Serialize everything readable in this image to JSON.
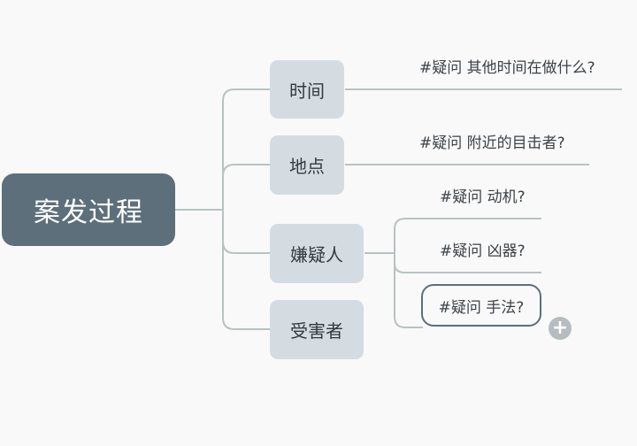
{
  "root": {
    "label": "案发过程"
  },
  "topics": [
    {
      "label": "时间"
    },
    {
      "label": "地点"
    },
    {
      "label": "嫌疑人"
    },
    {
      "label": "受害者"
    }
  ],
  "subtopics": {
    "time": "#疑问 其他时间在做什么?",
    "place": "#疑问 附近的目击者?",
    "suspect": [
      "#疑问 动机?",
      "#疑问 凶器?",
      "#疑问 手法?"
    ]
  },
  "controls": {
    "add_symbol": "+"
  },
  "colors": {
    "root_fill": "#5d6f7b",
    "topic_fill": "#d5dce1",
    "connector": "#b9c2c3",
    "selection_border": "#5d6f7b",
    "add_button": "#b5bdc0",
    "background": "#f9f9f9"
  }
}
